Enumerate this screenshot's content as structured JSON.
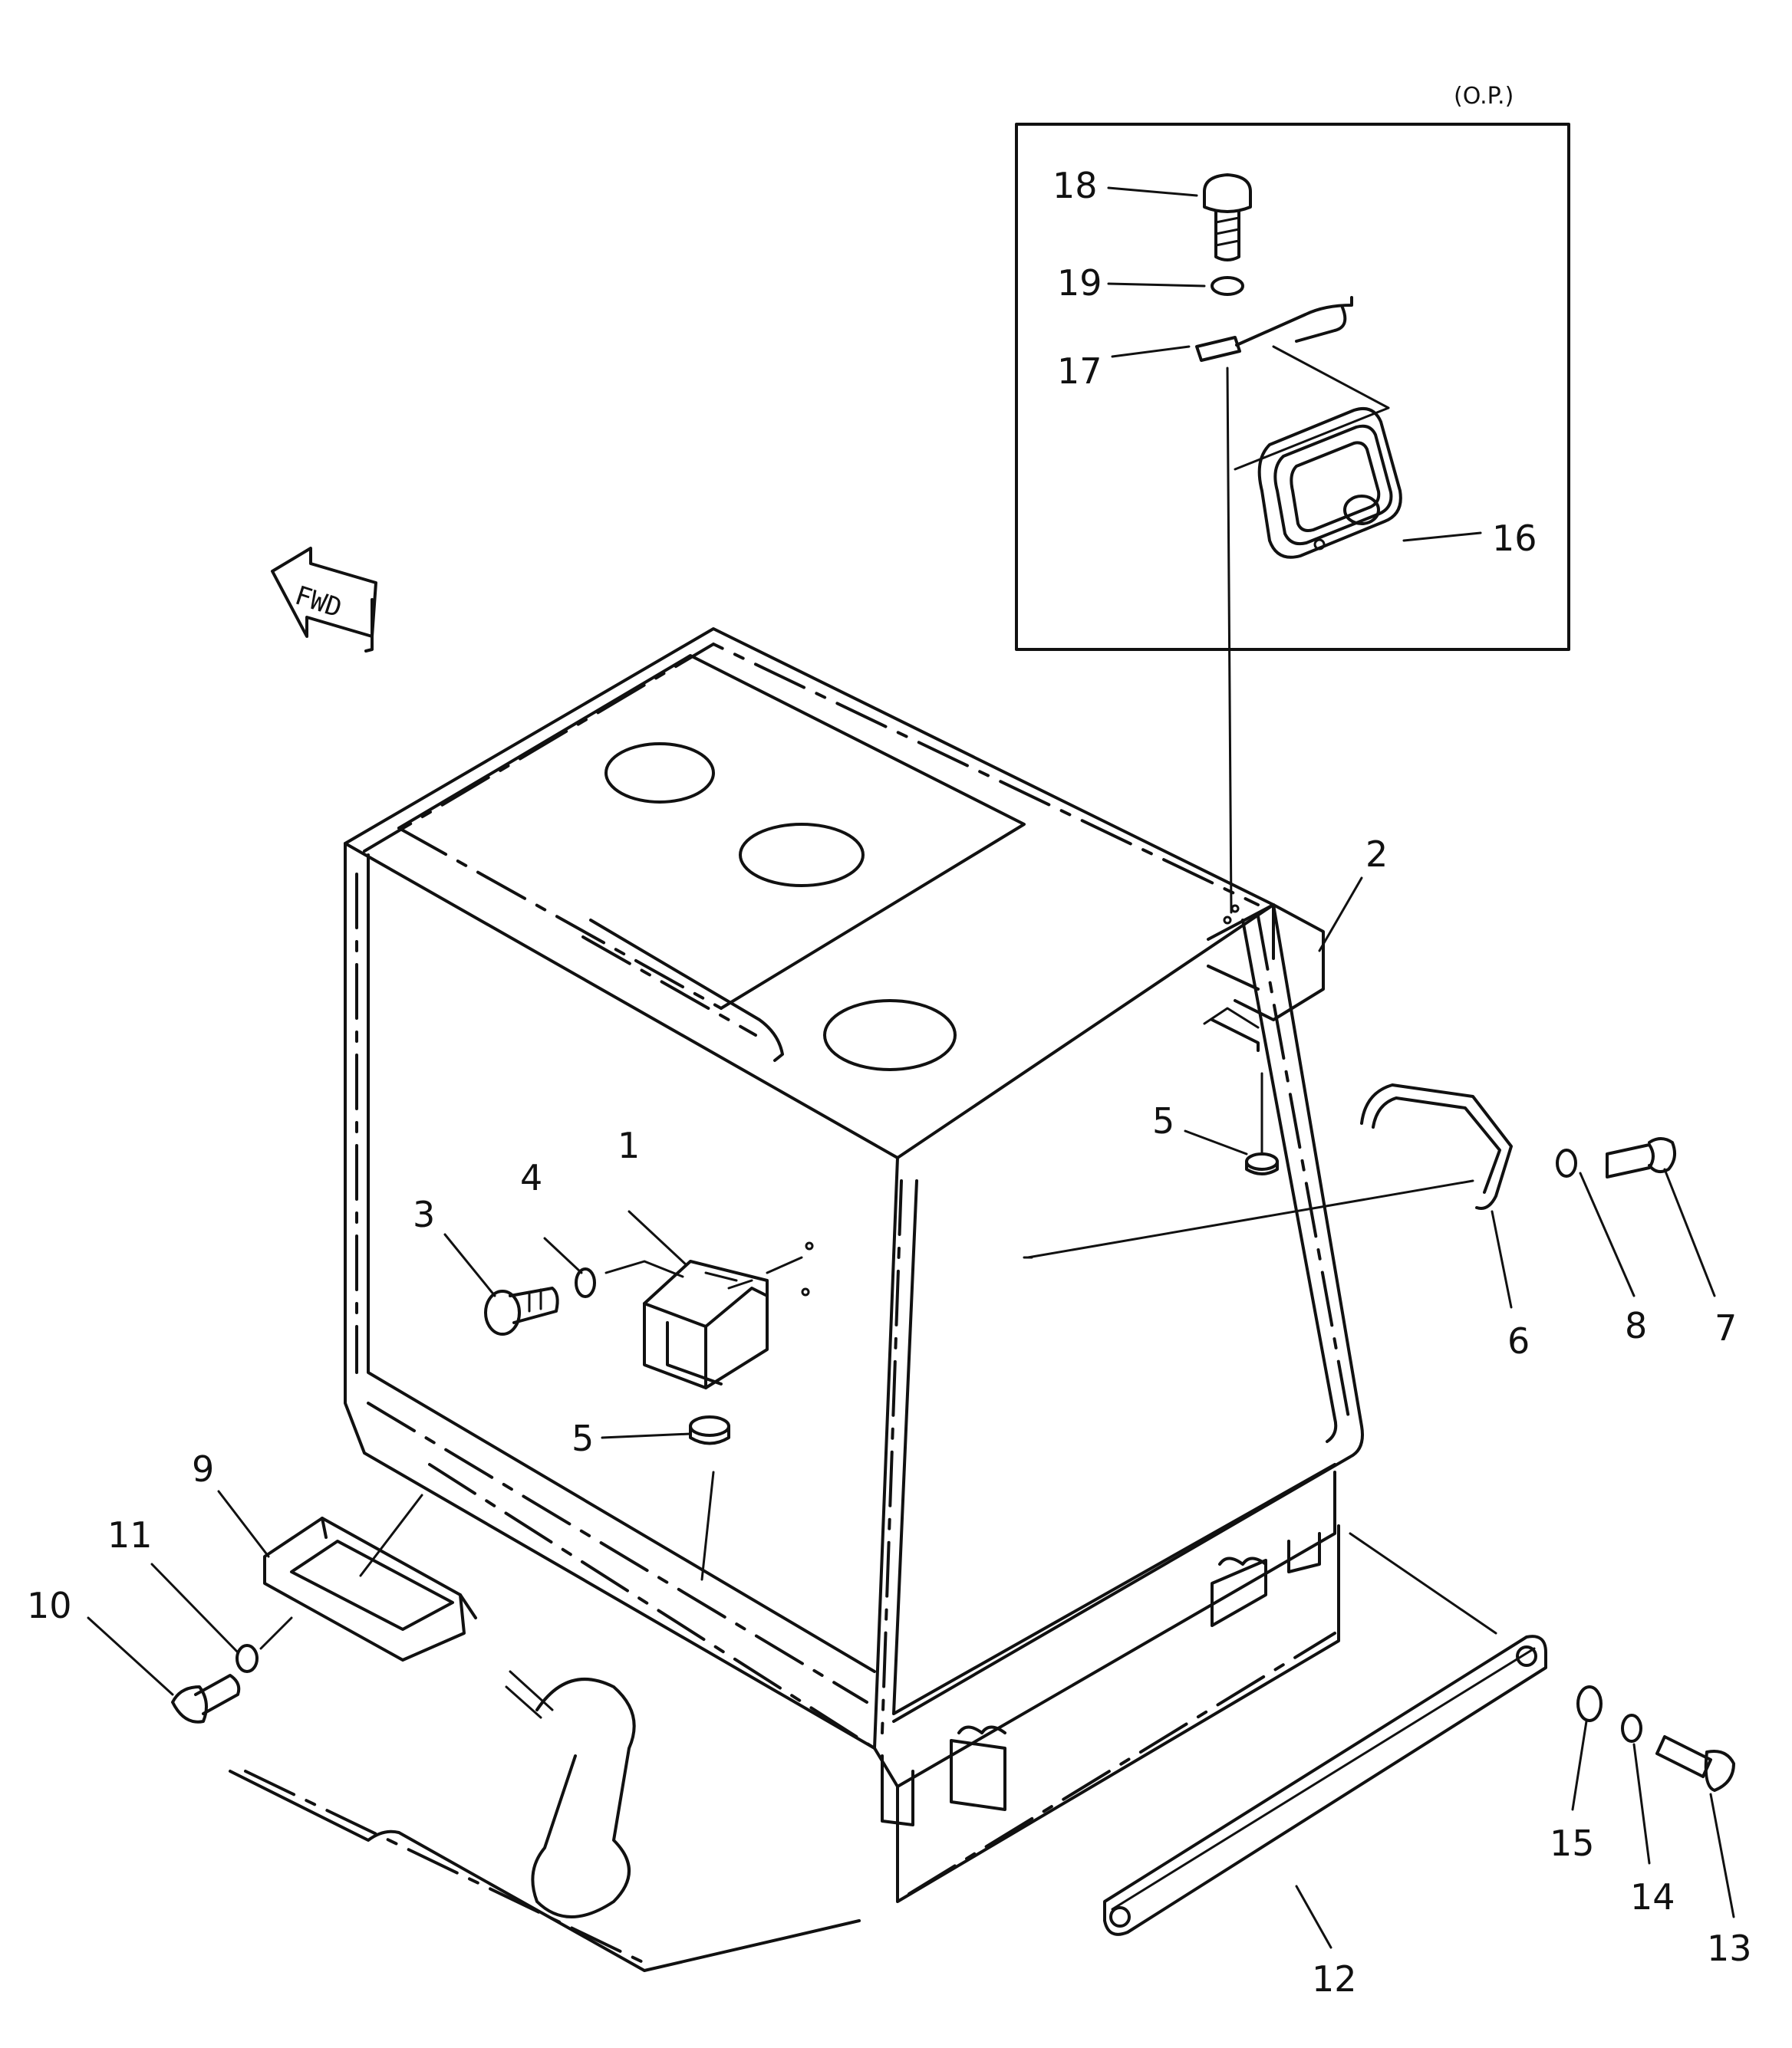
{
  "option_label": "(O.P.)",
  "fwd_label": "FWD",
  "callouts": [
    "1",
    "2",
    "3",
    "4",
    "5",
    "5",
    "6",
    "7",
    "8",
    "9",
    "10",
    "11",
    "12",
    "13",
    "14",
    "15",
    "16",
    "17",
    "18",
    "19"
  ]
}
